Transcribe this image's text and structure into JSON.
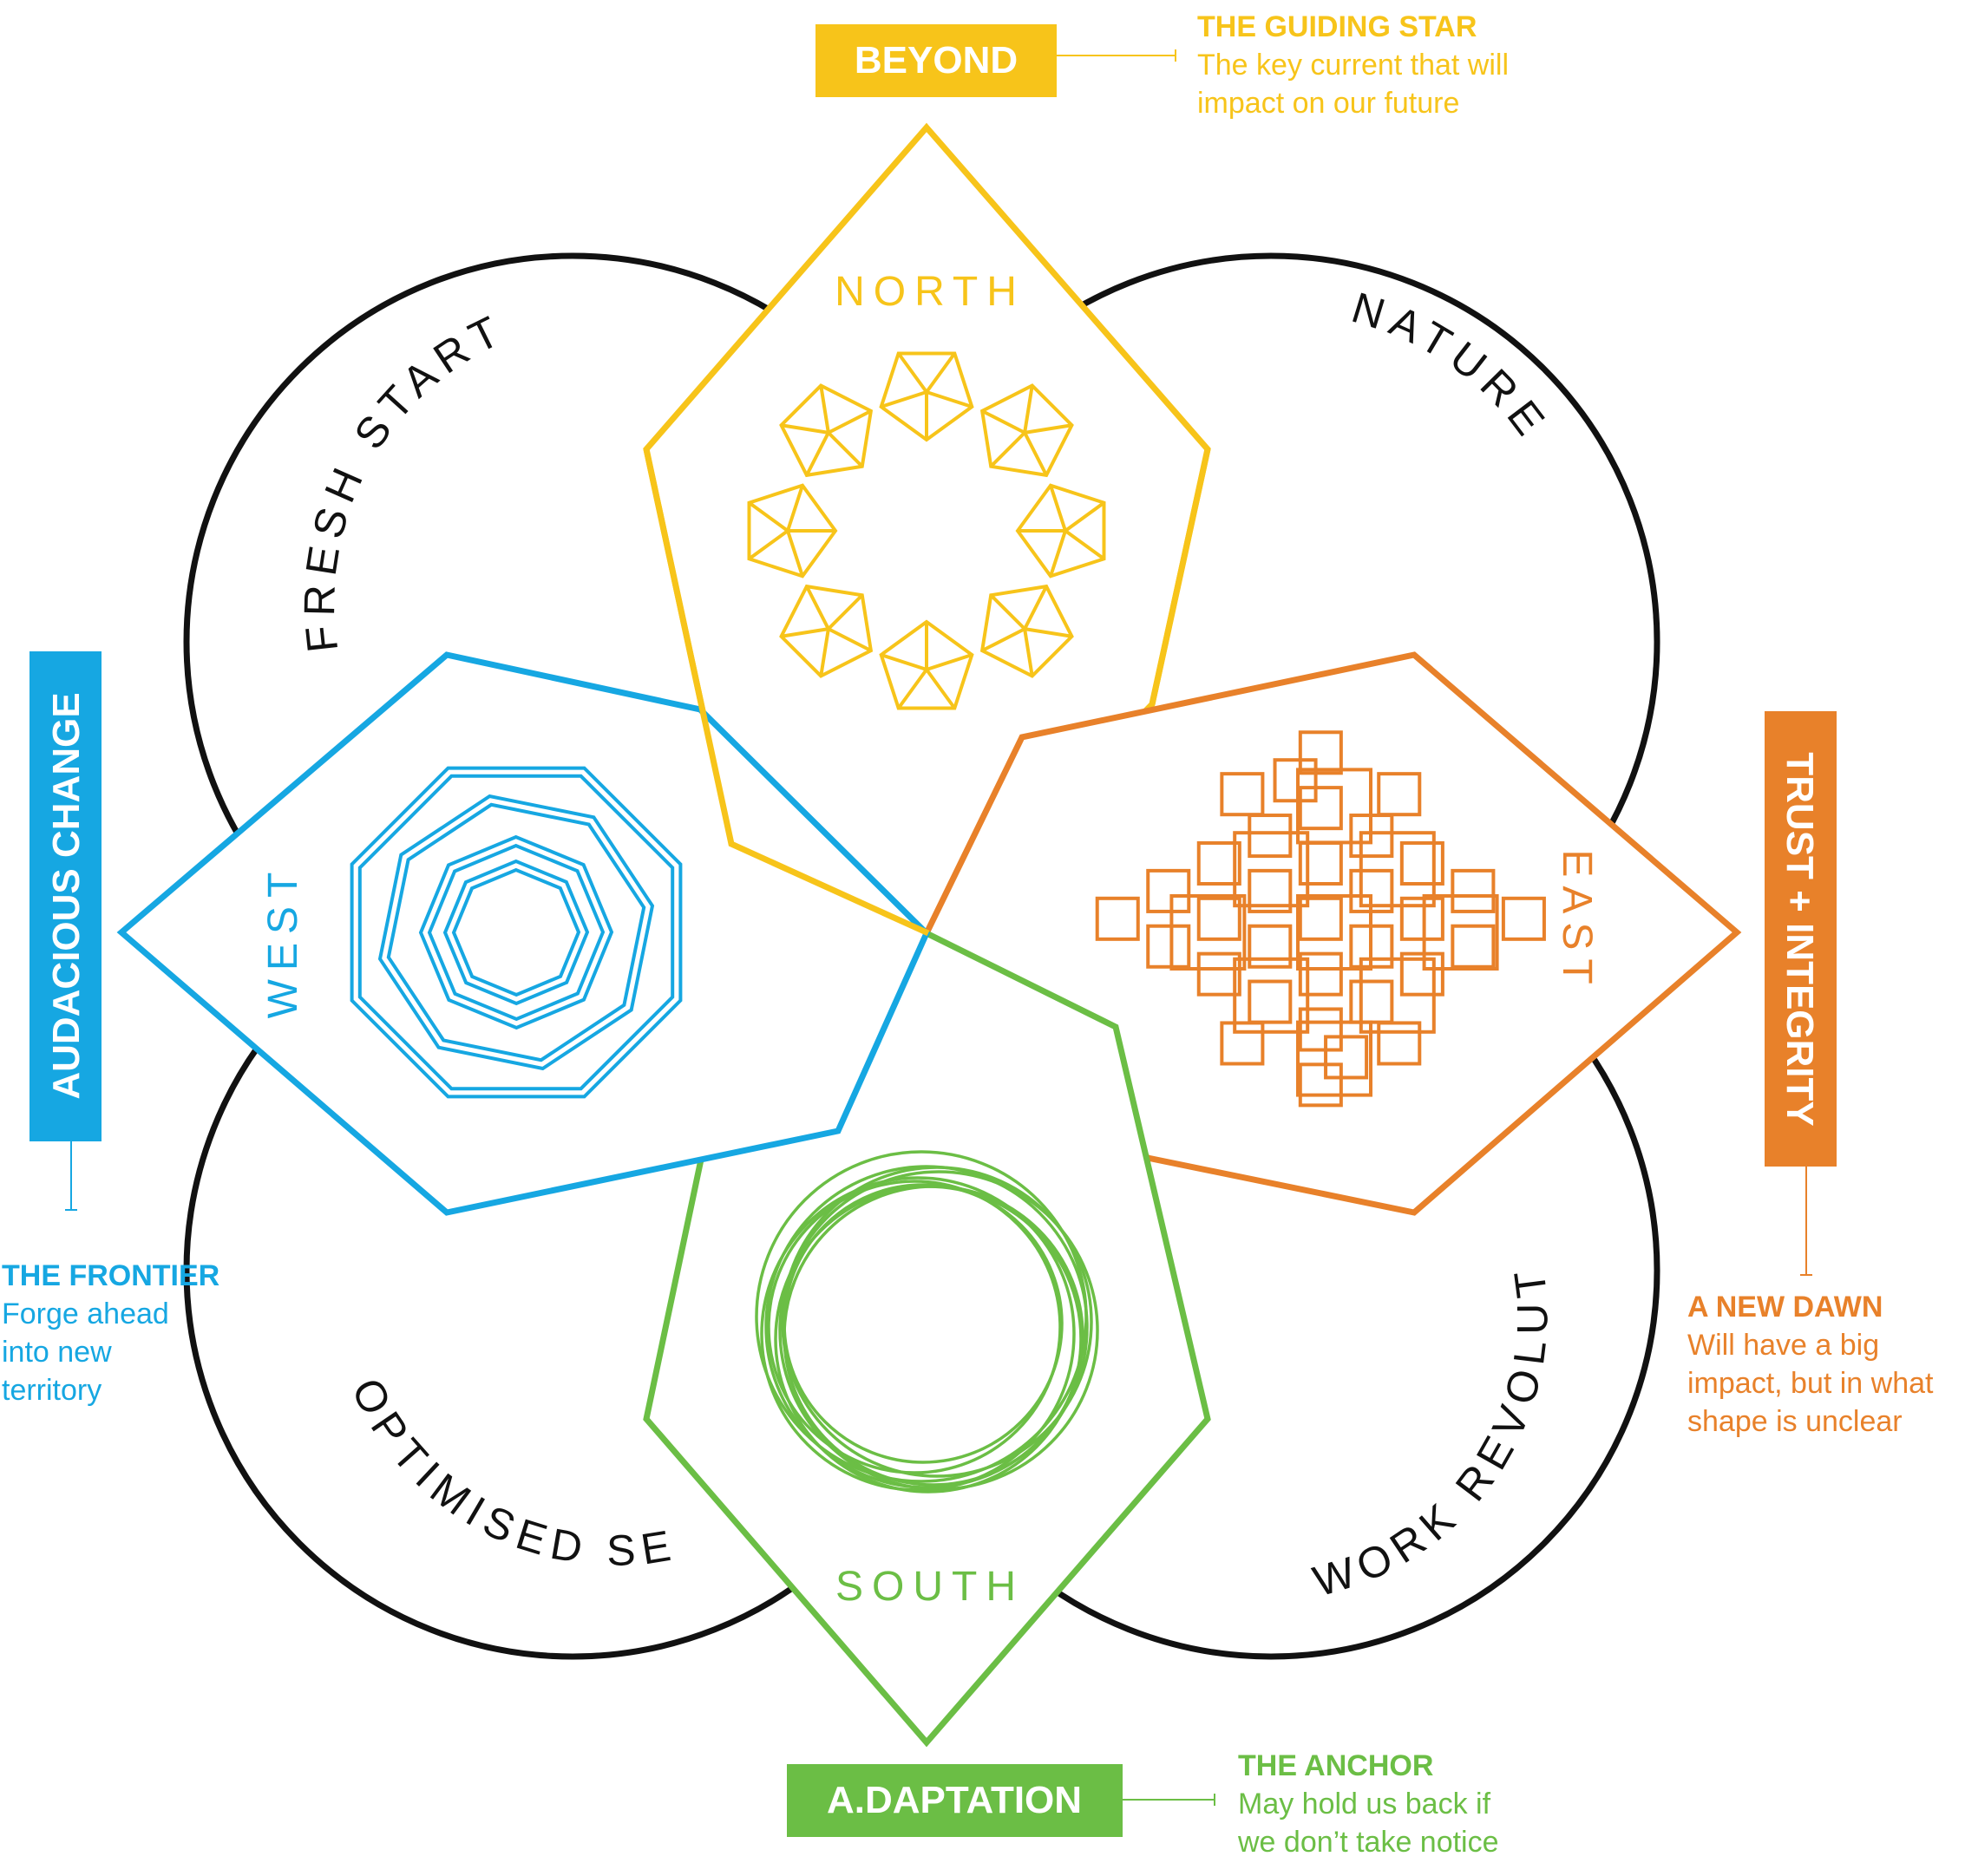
{
  "colors": {
    "north": "#F7C41A",
    "east": "#E8812A",
    "south": "#6BBE45",
    "west": "#16A7E2",
    "ring": "#111111"
  },
  "rings": {
    "top_left": "FRESH START",
    "top_right": "NATURE",
    "bottom_left": "OPTIMISED SELF",
    "bottom_right": "WORK REVOLUTION"
  },
  "directions": {
    "north": "NORTH",
    "east": "EAST",
    "south": "SOUTH",
    "west": "WEST"
  },
  "boxes": {
    "north": "BEYOND",
    "east": "TRUST + INTEGRITY",
    "south": "A.DAPTATION",
    "west": "AUDACIOUS CHANGE"
  },
  "notes": {
    "north": {
      "title": "THE GUIDING STAR",
      "lines": [
        "The key current that will",
        "impact on our future"
      ]
    },
    "east": {
      "title": "A NEW DAWN",
      "lines": [
        "Will have a big",
        "impact, but in what",
        "shape is unclear"
      ]
    },
    "south": {
      "title": "THE ANCHOR",
      "lines": [
        "May hold us back if",
        "we don’t take notice"
      ]
    },
    "west": {
      "title": "THE FRONTIER",
      "lines": [
        "Forge ahead",
        "into new",
        "territory"
      ]
    }
  },
  "icons": {
    "north": "pentagon-ring-icon",
    "east": "square-lattice-icon",
    "south": "overlapping-circles-icon",
    "west": "nested-octagons-icon"
  }
}
